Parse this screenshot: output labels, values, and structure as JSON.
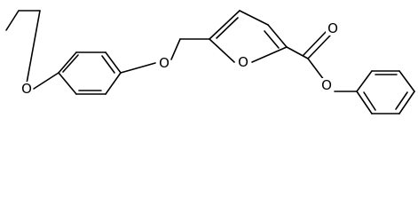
{
  "structure": {
    "atoms": {
      "ether_oxygen_left": "O",
      "ether_oxygen_middle": "O",
      "furan_oxygen": "O",
      "carbonyl_oxygen": "O",
      "ester_oxygen": "O"
    },
    "colors": {
      "bond": "#000000",
      "label": "#000000",
      "background": "#ffffff"
    }
  }
}
